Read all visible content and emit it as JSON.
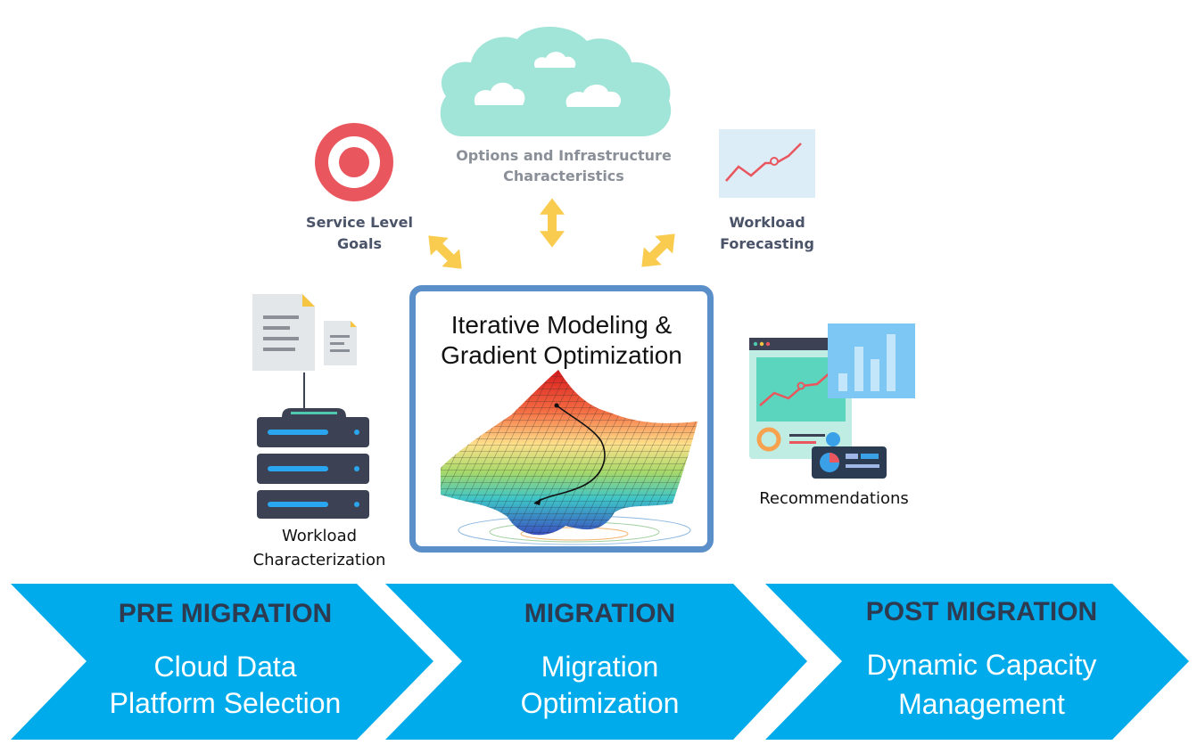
{
  "cloud": {
    "line1": "Options and Infrastructure",
    "line2": "Characteristics",
    "icon": "cloud-icon"
  },
  "service_level": {
    "line1": "Service Level",
    "line2": "Goals",
    "icon": "target-icon"
  },
  "workload_forecasting": {
    "line1": "Workload",
    "line2": "Forecasting",
    "icon": "line-chart-icon"
  },
  "center": {
    "line1": "Iterative Modeling &",
    "line2": "Gradient Optimization",
    "icon": "surface-plot-icon"
  },
  "workload_char": {
    "line1": "Workload",
    "line2": "Characterization",
    "icon": "server-icon"
  },
  "recommendations": {
    "label": "Recommendations",
    "icon": "dashboard-icon"
  },
  "stages": [
    {
      "title": "PRE MIGRATION",
      "line1": "Cloud Data",
      "line2": "Platform Selection"
    },
    {
      "title": "MIGRATION",
      "line1": "Migration",
      "line2": "Optimization"
    },
    {
      "title": "POST MIGRATION",
      "line1": "Dynamic Capacity",
      "line2": "Management"
    }
  ],
  "colors": {
    "chevron": "#00abeb",
    "arrows": "#f9cc4f",
    "cloud": "#a1e4d8",
    "target": "#e9565e",
    "box_border": "#5b8fc9"
  }
}
